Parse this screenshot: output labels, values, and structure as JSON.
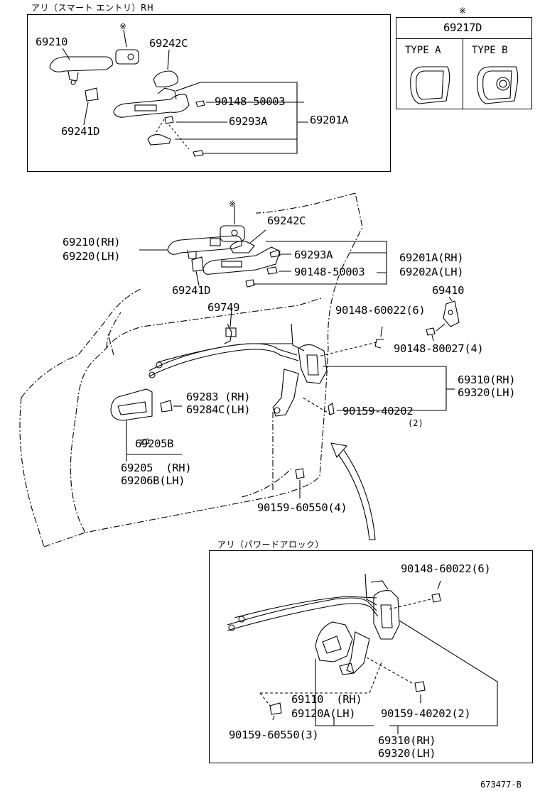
{
  "header": {
    "box1_title": "アリ（スマート エントリ）RH",
    "box2_title": "アリ（パワードアロック）",
    "star": "※",
    "star2": "※",
    "table_part": "69217D",
    "type_a": "TYPE A",
    "type_b": "TYPE B",
    "catalog_ref": "673477-B"
  },
  "box1_parts": {
    "p69210": "69210",
    "p69242c": "69242C",
    "p90148_50003": "90148-50003",
    "p69293a": "69293A",
    "p69201a": "69201A",
    "p69241d": "69241D"
  },
  "main_parts": {
    "p69242c": "69242C",
    "p69210": "69210(RH)",
    "p69220": "69220(LH)",
    "p69293a": "69293A",
    "p69201a": "69201A(RH)",
    "p69202a": "69202A(LH)",
    "p90148_50003": "90148-50003",
    "p69241d": "69241D",
    "p69410": "69410",
    "p69749": "69749",
    "p90148_60022": "90148-60022(6)",
    "p90148_80027": "90148-80027(4)",
    "p69310": "69310(RH)",
    "p69320": "69320(LH)",
    "p69283": "69283 (RH)",
    "p69284c": "69284C(LH)",
    "p90159_40202": "90159-40202",
    "p90159_40202_qty": "(2)",
    "p69205b": "69205B",
    "p69205": "69205  (RH)",
    "p69206b": "69206B(LH)",
    "p90159_60550": "90159-60550(4)"
  },
  "box2_parts": {
    "p90148_60022": "90148-60022(6)",
    "p69110": "69110  (RH)",
    "p69120a": "69120A(LH)",
    "p90159_40202": "90159-40202(2)",
    "p90159_60550": "90159-60550(3)",
    "p69310": "69310(RH)",
    "p69320": "69320(LH)"
  }
}
